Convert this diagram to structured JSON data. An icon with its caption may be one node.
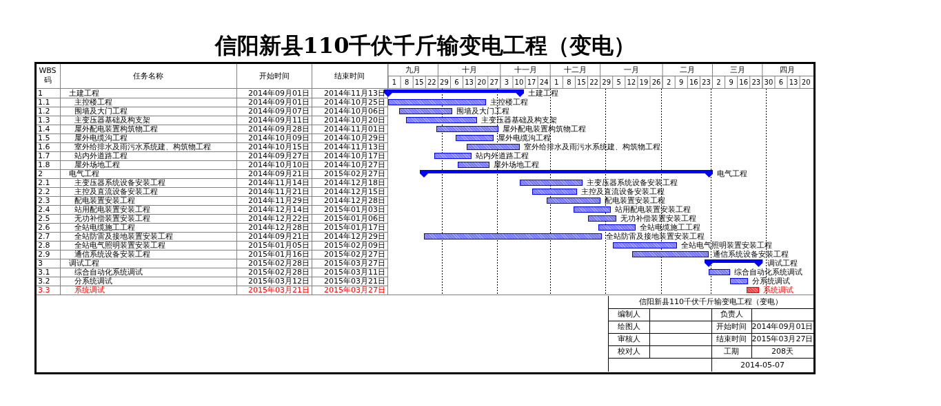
{
  "diagram": {
    "title": "信阳新县110千伏千斤输变电工程（变电）",
    "nodes": [
      {
        "text": [],
        "shape": "bracket",
        "beside": [
          "土建工程"
        ]
      },
      {
        "text": [],
        "shape": "bar",
        "beside": [
          "主控楼工程"
        ]
      },
      {
        "text": [],
        "shape": "bar",
        "beside": [
          "围墙及大门工程"
        ]
      },
      {
        "text": [],
        "shape": "bar",
        "beside": [
          "主变压器基础及构支架"
        ]
      },
      {
        "text": [],
        "shape": "bar",
        "beside": [
          "屋外配电装置构筑物工程"
        ]
      },
      {
        "text": [],
        "shape": "bar",
        "beside": [
          "屋外电缆沟工程"
        ]
      },
      {
        "text": [],
        "shape": "bar",
        "beside": [
          "室外给排水及雨污水系统建、构筑物工程"
        ]
      },
      {
        "text": [],
        "shape": "bar",
        "beside": [
          "站内外道路工程"
        ]
      },
      {
        "text": [],
        "shape": "bar",
        "beside": [
          "屋外场地工程"
        ]
      },
      {
        "text": [],
        "shape": "bracket",
        "beside": [
          "电气工程"
        ]
      },
      {
        "text": [],
        "shape": "bar",
        "beside": [
          "主变压器系统设备安装工程"
        ]
      },
      {
        "text": [],
        "shape": "bar",
        "beside": [
          "主控及直流设备安装工程"
        ]
      },
      {
        "text": [],
        "shape": "bar",
        "beside": [
          "配电装置安装工程"
        ]
      },
      {
        "text": [],
        "shape": "bar",
        "beside": [
          "站用配电装置安装工程"
        ]
      },
      {
        "text": [],
        "shape": "bar",
        "beside": [
          "无功补偿装置安装工程"
        ]
      },
      {
        "text": [],
        "shape": "bar",
        "beside": [
          "全站电缆施工工程"
        ]
      },
      {
        "text": [],
        "shape": "bar",
        "beside": [
          "全站防雷及接地装置安装工程"
        ]
      },
      {
        "text": [],
        "shape": "bar",
        "beside": [
          "全站电气照明装置安装工程"
        ]
      },
      {
        "text": [],
        "shape": "bar",
        "beside": [
          "通信系统设备安装工程"
        ]
      },
      {
        "text": [],
        "shape": "bracket",
        "beside": [
          "调试工程"
        ]
      },
      {
        "text": [],
        "shape": "bar",
        "beside": [
          "综合自动化系统调试"
        ]
      },
      {
        "text": [],
        "shape": "bar",
        "beside": [
          "分系统调试"
        ]
      },
      {
        "text": [],
        "shape": "bar",
        "beside": [
          "系统调试"
        ]
      }
    ],
    "labels": [
      "WBS码",
      "任务名称",
      "开始时间",
      "结束时间",
      "九月",
      "十月",
      "十一月",
      "十二月",
      "一月",
      "二月",
      "三月",
      "四月",
      "1",
      "8",
      "15",
      "22",
      "29",
      "6",
      "13",
      "20",
      "27",
      "3",
      "10",
      "17",
      "24",
      "1",
      "8",
      "15",
      "22",
      "29",
      "5",
      "12",
      "19",
      "26",
      "2",
      "9",
      "16",
      "23",
      "2",
      "9",
      "16",
      "23",
      "30",
      "6",
      "13",
      "20",
      "1",
      "土建工程",
      "2014年09月01日",
      "2014年11月13日",
      "1.1",
      "主控楼工程",
      "2014年09月01日",
      "2014年10月25日",
      "1.2",
      "围墙及大门工程",
      "2014年09月07日",
      "2014年10月06日",
      "1.3",
      "主变压器基础及构支架",
      "2014年09月11日",
      "2014年10月20日",
      "1.4",
      "屋外配电装置构筑物工程",
      "2014年09月28日",
      "2014年11月01日",
      "1.5",
      "屋外电缆沟工程",
      "2014年10月09日",
      "2014年10月29日",
      "1.6",
      "室外给排水及雨污水系统建、构筑物工程",
      "2014年10月15日",
      "2014年11月13日",
      "1.7",
      "站内外道路工程",
      "2014年09月27日",
      "2014年10月17日",
      "1.8",
      "屋外场地工程",
      "2014年10月10日",
      "2014年10月27日",
      "2",
      "电气工程",
      "2014年09月21日",
      "2015年02月27日",
      "2.1",
      "主变压器系统设备安装工程",
      "2014年11月14日",
      "2014年12月18日",
      "2.2",
      "主控及直流设备安装工程",
      "2014年11月21日",
      "2014年12月15日",
      "2.3",
      "配电装置安装工程",
      "2014年11月29日",
      "2014年12月28日",
      "2.4",
      "站用配电装置安装工程",
      "2014年12月14日",
      "2015年01月03日",
      "2.5",
      "无功补偿装置安装工程",
      "2014年12月22日",
      "2015年01月06日",
      "2.6",
      "全站电缆施工工程",
      "2014年12月28日",
      "2015年01月17日",
      "2.7",
      "全站防雷及接地装置安装工程",
      "2014年09月21日",
      "2014年12月29日",
      "2.8",
      "全站电气照明装置安装工程",
      "2015年01月05日",
      "2015年02月09日",
      "2.9",
      "通信系统设备安装工程",
      "2015年01月16日",
      "2015年02月27日",
      "3",
      "调试工程",
      "2015年02月28日",
      "2015年03月27日",
      "3.1",
      "综合自动化系统调试",
      "2015年02月28日",
      "2015年03月11日",
      "3.2",
      "分系统调试",
      "2015年03月12日",
      "2015年03月21日",
      "3.3",
      "系统调试",
      "2015年03月21日",
      "2015年03月27日",
      "信阳新县110千伏千斤输变电工程（变电）",
      "编制人",
      "负责人",
      "绘图人",
      "开始时间",
      "2014年09月01日",
      "审核人",
      "结束时间",
      "2015年03月27日",
      "校对人",
      "工期",
      "208天",
      "2014-05-07"
    ]
  }
}
